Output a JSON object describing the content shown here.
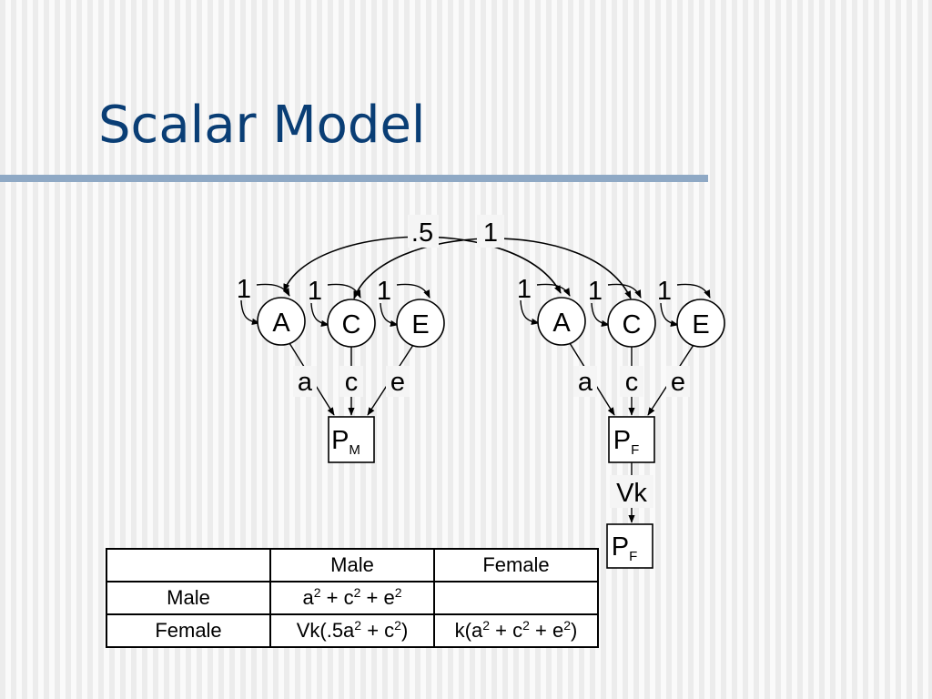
{
  "slide": {
    "title": "Scalar Model"
  },
  "diagram": {
    "male": {
      "latents": [
        "A",
        "C",
        "E"
      ],
      "variances": [
        "1",
        "1",
        "1"
      ],
      "paths": [
        "a",
        "c",
        "e"
      ],
      "observed": {
        "main": "P",
        "sub": "M"
      }
    },
    "female": {
      "latents": [
        "A",
        "C",
        "E"
      ],
      "variances": [
        "1",
        "1",
        "1"
      ],
      "paths": [
        "a",
        "c",
        "e"
      ],
      "observed": {
        "main": "P",
        "sub": "F"
      },
      "scalar_path": "Vk",
      "scaled_observed": {
        "main": "P",
        "sub": "F"
      }
    },
    "correlations": {
      "A": ".5",
      "C": "1"
    }
  },
  "table": {
    "headers": [
      "",
      "Male",
      "Female"
    ],
    "rows": [
      {
        "label": "Male",
        "male": {
          "pre": "",
          "t1": "a",
          "s1": "2",
          "t2": " + c",
          "s2": "2",
          "t3": " + e",
          "s3": "2",
          "post": ""
        },
        "female": ""
      },
      {
        "label": "Female",
        "male": {
          "pre": "Vk(",
          "t1": ".5a",
          "s1": "2",
          "t2": " + c",
          "s2": "2",
          "t3": "",
          "s3": "",
          "post": ")"
        },
        "female": {
          "pre": "k(",
          "t1": "a",
          "s1": "2",
          "t2": " + c",
          "s2": "2",
          "t3": " + e",
          "s3": "2",
          "post": ")"
        }
      }
    ]
  }
}
